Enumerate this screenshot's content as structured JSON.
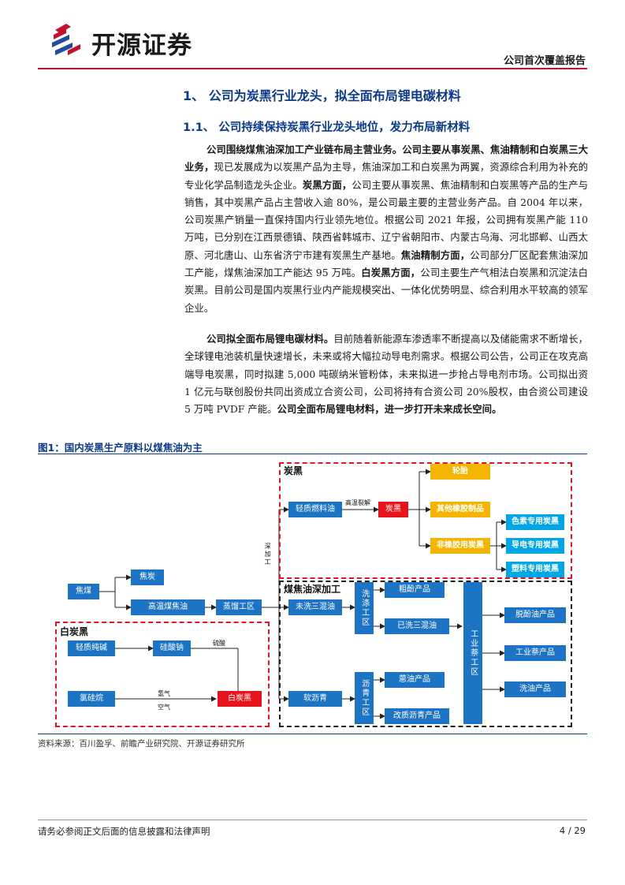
{
  "header": {
    "brand": "开源证券",
    "report_type": "公司首次覆盖报告"
  },
  "section": {
    "h1": "1、 公司为炭黑行业龙头，拟全面布局锂电碳材料",
    "h2": "1.1、 公司持续保持炭黑行业龙头地位，发力布局新材料"
  },
  "paragraphs": {
    "p1": [
      {
        "t": "公司围绕煤焦油深加工产业链布局主营业务。公司主要从事炭黑、焦油精制和白炭黑三大业务，",
        "b": true
      },
      {
        "t": "现已发展成为以炭黑产品为主导，焦油深加工和白炭黑为两翼，资源综合利用为补充的专业化学品制造龙头企业。",
        "b": false
      },
      {
        "t": "炭黑方面，",
        "b": true
      },
      {
        "t": "公司主要从事炭黑、焦油精制和白炭黑等产品的生产与销售，其中炭黑产品占主营收入逾 80%，是公司最主要的主营业务产品。自 2004 年以来，公司炭黑产销量一直保持国内行业领先地位。根据公司 2021 年报，公司拥有炭黑产能 110 万吨，已分别在江西景德镇、陕西省韩城市、辽宁省朝阳市、内蒙古乌海、河北邯郸、山西太原、河北唐山、山东省济宁市建有炭黑生产基地。",
        "b": false
      },
      {
        "t": "焦油精制方面，",
        "b": true
      },
      {
        "t": "公司部分厂区配套焦油深加工产能，煤焦油深加工产能达 95 万吨。",
        "b": false
      },
      {
        "t": "白炭黑方面，",
        "b": true
      },
      {
        "t": "公司主要生产气相法白炭黑和沉淀法白炭黑。目前公司是国内炭黑行业内产能规模突出、一体化优势明显、综合利用水平较高的领军企业。",
        "b": false
      }
    ],
    "p2": [
      {
        "t": "公司拟全面布局锂电碳材料。",
        "b": true
      },
      {
        "t": "目前随着新能源车渗透率不断提高以及储能需求不断增长，全球锂电池装机量快速增长，未来或将大幅拉动导电剂需求。根据公司公告，公司正在攻克高端导电炭黑，同时拟建 5,000 吨碳纳米管粉体，未来拟进一步抢占导电剂市场。公司拟出资 1 亿元与联创股份共同出资成立合资公司，公司将持有合资公司 20%股权，由合资公司建设 5 万吨 PVDF 产能。",
        "b": false
      },
      {
        "t": "公司全面布局锂电材料，进一步打开未来成长空间。",
        "b": true
      }
    ]
  },
  "figure": {
    "title": "图1：国内炭黑生产原料以煤焦油为主",
    "source": "资料来源：百川盈孚、前瞻产业研究院、开源证券研究所",
    "zones": {
      "carbon_black": "炭黑",
      "coal_tar": "煤焦油深加工",
      "white_carbon": "白炭黑"
    },
    "nodes": {
      "coal": "焦煤",
      "coke": "焦炭",
      "tar": "高温煤焦油",
      "distill": "蒸馏工区",
      "light_oil": "轻质燃料油",
      "carbon_black": "炭黑",
      "tire": "轮胎",
      "other_rubber": "其他橡胶制品",
      "non_rubber": "非橡胶用炭黑",
      "color_cb": "色素专用炭黑",
      "conductive_cb": "导电专用炭黑",
      "plastic_cb": "塑料专用炭黑",
      "unwashed": "未洗三混油",
      "wash_zone": "洗涤工区",
      "crude_phenol": "粗酚产品",
      "washed": "已洗三混油",
      "soft_pitch": "软沥青",
      "pitch_zone": "沥青工区",
      "naphthalene": "蒽油产品",
      "modified_pitch": "改质沥青产品",
      "industrial_naph_zone": "工业萘工区",
      "dephenol": "脱酚油产品",
      "ind_naph": "工业萘产品",
      "wash_oil": "洗油产品",
      "soda": "轻质纯碱",
      "silicate": "硅酸钠",
      "chlorosilane": "氯硅烷",
      "white_cb": "白炭黑"
    },
    "edge_labels": {
      "pyrolysis": "高温裂解",
      "deep_process": "深加工",
      "sulfuric": "硫酸",
      "hydrogen": "氢气",
      "air": "空气"
    }
  },
  "footer": {
    "disclaimer": "请务必参阅正文后面的信息披露和法律声明",
    "page": "4 / 29"
  }
}
